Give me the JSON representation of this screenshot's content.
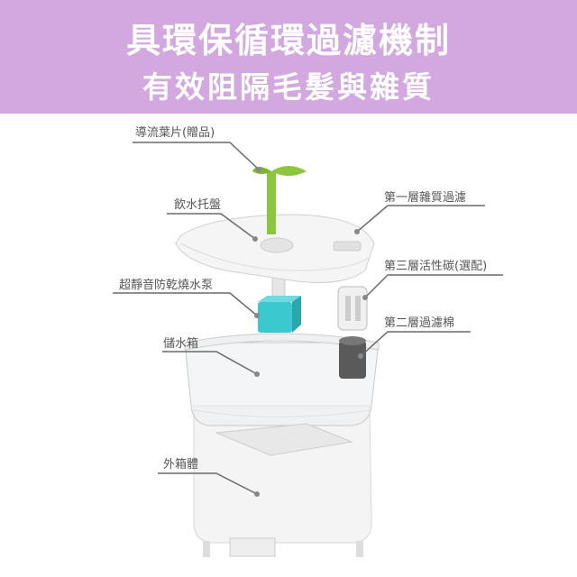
{
  "header": {
    "title": "具環保循環過濾機制",
    "subtitle": "有效阻隔毛髮與雜質"
  },
  "labels": {
    "leaf": "導流葉片(贈品)",
    "tray": "飲水托盤",
    "pump": "超靜音防乾燒水泵",
    "tank": "儲水箱",
    "outer": "外箱體",
    "filter1": "第一層雜質過濾",
    "filter3": "第三層活性碳(選配)",
    "filter2": "第二層過濾棉"
  },
  "colors": {
    "banner": "#d3a7df",
    "leaf": "#8cc63f",
    "pump": "#3cc8cf"
  }
}
